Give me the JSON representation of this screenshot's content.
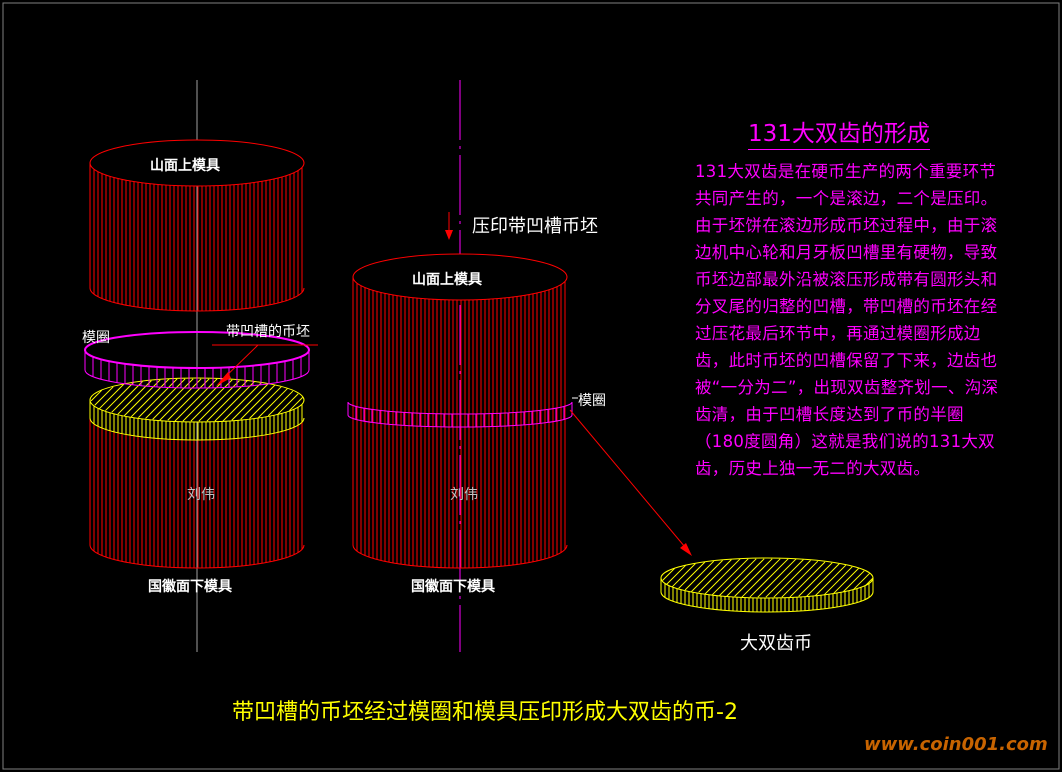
{
  "labels": {
    "upper_die_left": "山面上模具",
    "ring_left": "模圈",
    "blank_left": "带凹槽的币坯",
    "name_left": "刘伟",
    "lower_die_left": "国徽面下模具",
    "press_label": "压印带凹槽币坯",
    "upper_die_mid": "山面上模具",
    "ring_mid": "模圈",
    "name_mid": "刘伟",
    "lower_die_mid": "国徽面下模具",
    "coin_label": "大双齿币"
  },
  "title": "131大双齿的形成",
  "description": "131大双齿是在硬币生产的两个重要环节共同产生的，一个是滚边，二个是压印。由于坯饼在滚边形成币坯过程中，由于滚边机中心轮和月牙板凹槽里有硬物，导致币坯边部最外沿被滚压形成带有圆形头和分叉尾的归整的凹槽，带凹槽的币坯在经过压花最后环节中，再通过模圈形成边齿，此时币坯的凹槽保留了下来，边齿也被“一分为二”，出现双齿整齐划一、沟深齿清，由于凹槽长度达到了币的半圈（180度圆角）这就是我们说的131大双齿，历史上独一无二的大双齿。",
  "caption": "带凹槽的币坯经过模圈和模具压印形成大双齿的币-2",
  "watermark": "www.coin001.com",
  "colors": {
    "die": "#ff0000",
    "ring": "#ff00ff",
    "coin": "#ffff00",
    "text": "#ff00ff",
    "caption": "#ffff00"
  }
}
